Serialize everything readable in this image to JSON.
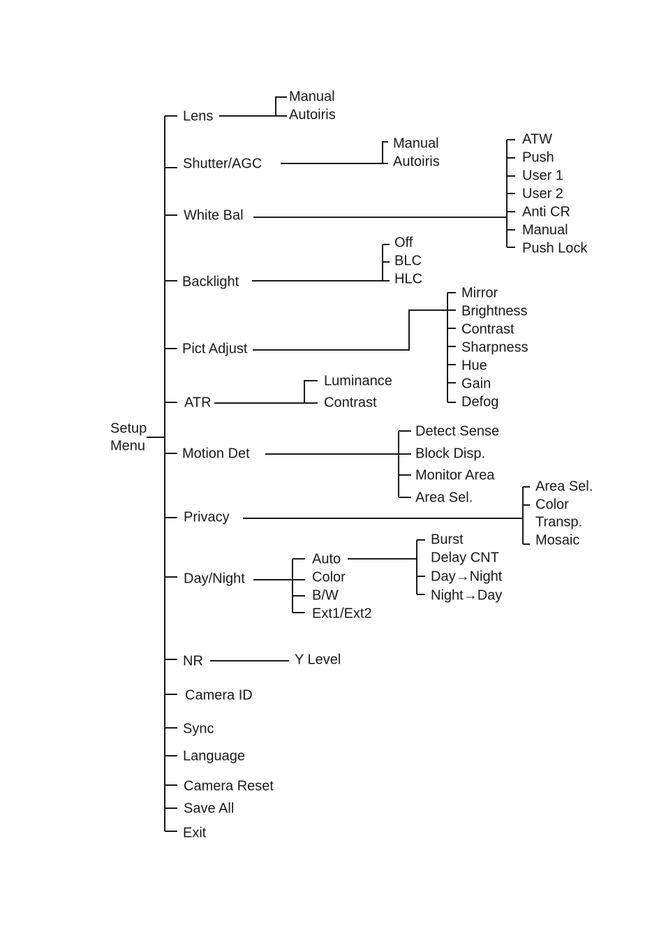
{
  "root": {
    "line1": "Setup",
    "line2": "Menu"
  },
  "menu": {
    "lens": {
      "label": "Lens",
      "options": [
        "Manual",
        "Autoiris"
      ]
    },
    "shutter": {
      "label": "Shutter/AGC",
      "options": [
        "Manual",
        "Autoiris"
      ]
    },
    "white_bal": {
      "label": "White Bal",
      "options": [
        "ATW",
        "Push",
        "User 1",
        "User 2",
        "Anti CR",
        "Manual",
        "Push Lock"
      ]
    },
    "backlight": {
      "label": "Backlight",
      "options": [
        "Off",
        "BLC",
        "HLC"
      ]
    },
    "pict_adjust": {
      "label": "Pict Adjust",
      "options": [
        "Mirror",
        "Brightness",
        "Contrast",
        "Sharpness",
        "Hue",
        "Gain",
        "Defog"
      ]
    },
    "atr": {
      "label": "ATR",
      "options": [
        "Luminance",
        "Contrast"
      ]
    },
    "motion_det": {
      "label": "Motion Det",
      "options": [
        "Detect Sense",
        "Block Disp.",
        "Monitor Area",
        "Area Sel."
      ]
    },
    "privacy": {
      "label": "Privacy",
      "options": [
        "Area Sel.",
        "Color",
        "Transp.",
        "Mosaic"
      ]
    },
    "day_night": {
      "label": "Day/Night",
      "options": [
        "Auto",
        "Color",
        "B/W",
        "Ext1/Ext2"
      ],
      "auto_options": [
        "Burst",
        "Delay CNT",
        "Day→Night",
        "Night→Day"
      ]
    },
    "nr": {
      "label": "NR",
      "options": [
        "Y Level"
      ]
    },
    "camera_id": {
      "label": "Camera ID"
    },
    "sync": {
      "label": "Sync"
    },
    "language": {
      "label": "Language"
    },
    "camera_reset": {
      "label": "Camera Reset"
    },
    "save_all": {
      "label": "Save All"
    },
    "exit": {
      "label": "Exit"
    }
  }
}
